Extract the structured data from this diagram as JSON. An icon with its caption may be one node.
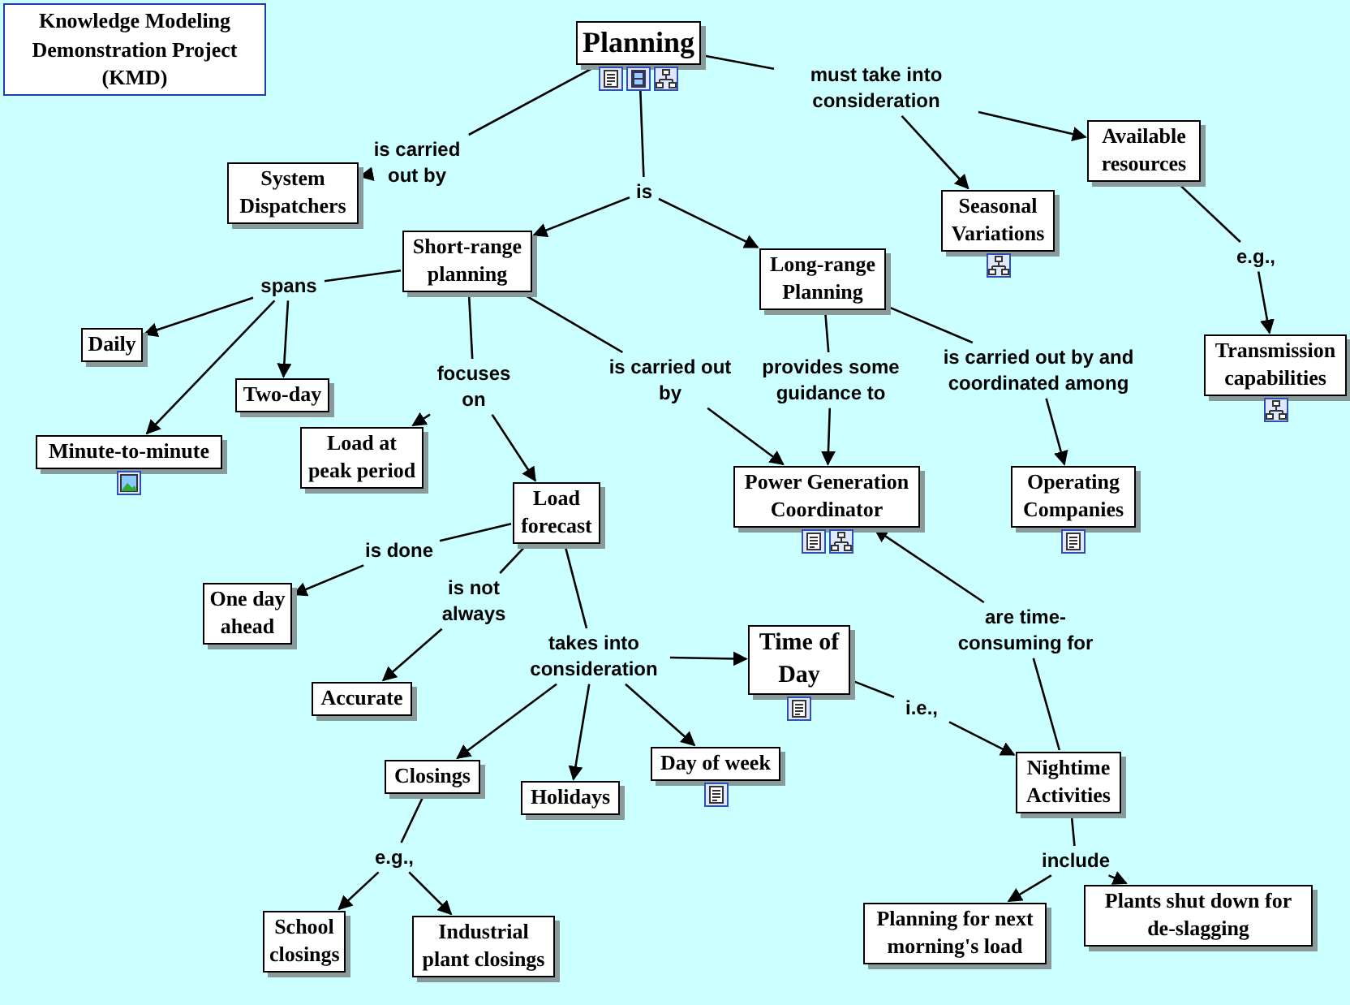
{
  "diagram": {
    "nodes": [
      {
        "text": [
          "Knowledge Modeling Demonstration Project (KMD)"
        ]
      },
      {
        "text": [
          "Planning"
        ]
      },
      {
        "text": [
          "is carried out by"
        ]
      },
      {
        "text": [
          "System Dispatchers"
        ]
      },
      {
        "text": [
          "is"
        ]
      },
      {
        "text": [
          "must take into consideration"
        ]
      },
      {
        "text": [
          "Seasonal Variations"
        ]
      },
      {
        "text": [
          "Available resources"
        ]
      },
      {
        "text": [
          "e.g.,"
        ]
      },
      {
        "text": [
          "Transmission capabilities"
        ]
      },
      {
        "text": [
          "Short-range planning"
        ]
      },
      {
        "text": [
          "Long-range Planning"
        ]
      },
      {
        "text": [
          "spans"
        ]
      },
      {
        "text": [
          "Daily"
        ]
      },
      {
        "text": [
          "Two-day"
        ]
      },
      {
        "text": [
          "Minute-to-minute"
        ]
      },
      {
        "text": [
          "focuses on"
        ]
      },
      {
        "text": [
          "is carried out by"
        ]
      },
      {
        "text": [
          "provides some guidance to"
        ]
      },
      {
        "text": [
          "is carried out by and coordinated among"
        ]
      },
      {
        "text": [
          "Load at peak period"
        ]
      },
      {
        "text": [
          "Load forecast"
        ]
      },
      {
        "text": [
          "Power Generation Coordinator"
        ]
      },
      {
        "text": [
          "Operating Companies"
        ]
      },
      {
        "text": [
          "is done"
        ]
      },
      {
        "text": [
          "is not always"
        ]
      },
      {
        "text": [
          "One day ahead"
        ]
      },
      {
        "text": [
          "Accurate"
        ]
      },
      {
        "text": [
          "takes into consideration"
        ]
      },
      {
        "text": [
          "Time of Day"
        ]
      },
      {
        "text": [
          "are time-consuming for"
        ]
      },
      {
        "text": [
          "i.e.,"
        ]
      },
      {
        "text": [
          "Closings"
        ]
      },
      {
        "text": [
          "Holidays"
        ]
      },
      {
        "text": [
          "Day of week"
        ]
      },
      {
        "text": [
          "Nightime Activities"
        ]
      },
      {
        "text": [
          "e.g.,"
        ]
      },
      {
        "text": [
          "include"
        ]
      },
      {
        "text": [
          "School closings"
        ]
      },
      {
        "text": [
          "Industrial plant closings"
        ]
      },
      {
        "text": [
          "Planning for next morning's load"
        ]
      },
      {
        "text": [
          "Plants shut down for de-slagging"
        ]
      }
    ],
    "edges": [
      {
        "from": 1,
        "to": 2,
        "arrow": "none"
      },
      {
        "from": 2,
        "to": 3,
        "arrow": "to"
      },
      {
        "from": 1,
        "to": 4,
        "arrow": "none"
      },
      {
        "from": 4,
        "to": 10,
        "arrow": "to"
      },
      {
        "from": 4,
        "to": 11,
        "arrow": "to"
      },
      {
        "from": 1,
        "to": 5,
        "arrow": "none"
      },
      {
        "from": 5,
        "to": 6,
        "arrow": "to"
      },
      {
        "from": 5,
        "to": 7,
        "arrow": "to"
      },
      {
        "from": 7,
        "to": 8,
        "arrow": "none"
      },
      {
        "from": 8,
        "to": 9,
        "arrow": "to"
      },
      {
        "from": 10,
        "to": 12,
        "arrow": "none"
      },
      {
        "from": 12,
        "to": 13,
        "arrow": "to"
      },
      {
        "from": 12,
        "to": 14,
        "arrow": "to"
      },
      {
        "from": 12,
        "to": 15,
        "arrow": "to"
      },
      {
        "from": 10,
        "to": 16,
        "arrow": "none"
      },
      {
        "from": 16,
        "to": 20,
        "arrow": "to"
      },
      {
        "from": 16,
        "to": 21,
        "arrow": "to"
      },
      {
        "from": 10,
        "to": 17,
        "arrow": "none"
      },
      {
        "from": 17,
        "to": 22,
        "arrow": "to"
      },
      {
        "from": 11,
        "to": 18,
        "arrow": "none"
      },
      {
        "from": 18,
        "to": 22,
        "arrow": "to"
      },
      {
        "from": 11,
        "to": 19,
        "arrow": "none"
      },
      {
        "from": 19,
        "to": 23,
        "arrow": "to"
      },
      {
        "from": 21,
        "to": 24,
        "arrow": "none"
      },
      {
        "from": 24,
        "to": 26,
        "arrow": "to"
      },
      {
        "from": 21,
        "to": 25,
        "arrow": "none"
      },
      {
        "from": 25,
        "to": 27,
        "arrow": "to"
      },
      {
        "from": 21,
        "to": 28,
        "arrow": "none"
      },
      {
        "from": 28,
        "to": 29,
        "arrow": "to"
      },
      {
        "from": 28,
        "to": 32,
        "arrow": "to"
      },
      {
        "from": 28,
        "to": 33,
        "arrow": "to"
      },
      {
        "from": 28,
        "to": 34,
        "arrow": "to"
      },
      {
        "from": 29,
        "to": 31,
        "arrow": "none"
      },
      {
        "from": 31,
        "to": 35,
        "arrow": "to"
      },
      {
        "from": 35,
        "to": 30,
        "arrow": "none"
      },
      {
        "from": 30,
        "to": 22,
        "arrow": "to"
      },
      {
        "from": 32,
        "to": 36,
        "arrow": "none"
      },
      {
        "from": 36,
        "to": 38,
        "arrow": "to"
      },
      {
        "from": 36,
        "to": 39,
        "arrow": "to"
      },
      {
        "from": 35,
        "to": 37,
        "arrow": "none"
      },
      {
        "from": 37,
        "to": 40,
        "arrow": "to"
      },
      {
        "from": 37,
        "to": 41,
        "arrow": "to"
      }
    ]
  }
}
